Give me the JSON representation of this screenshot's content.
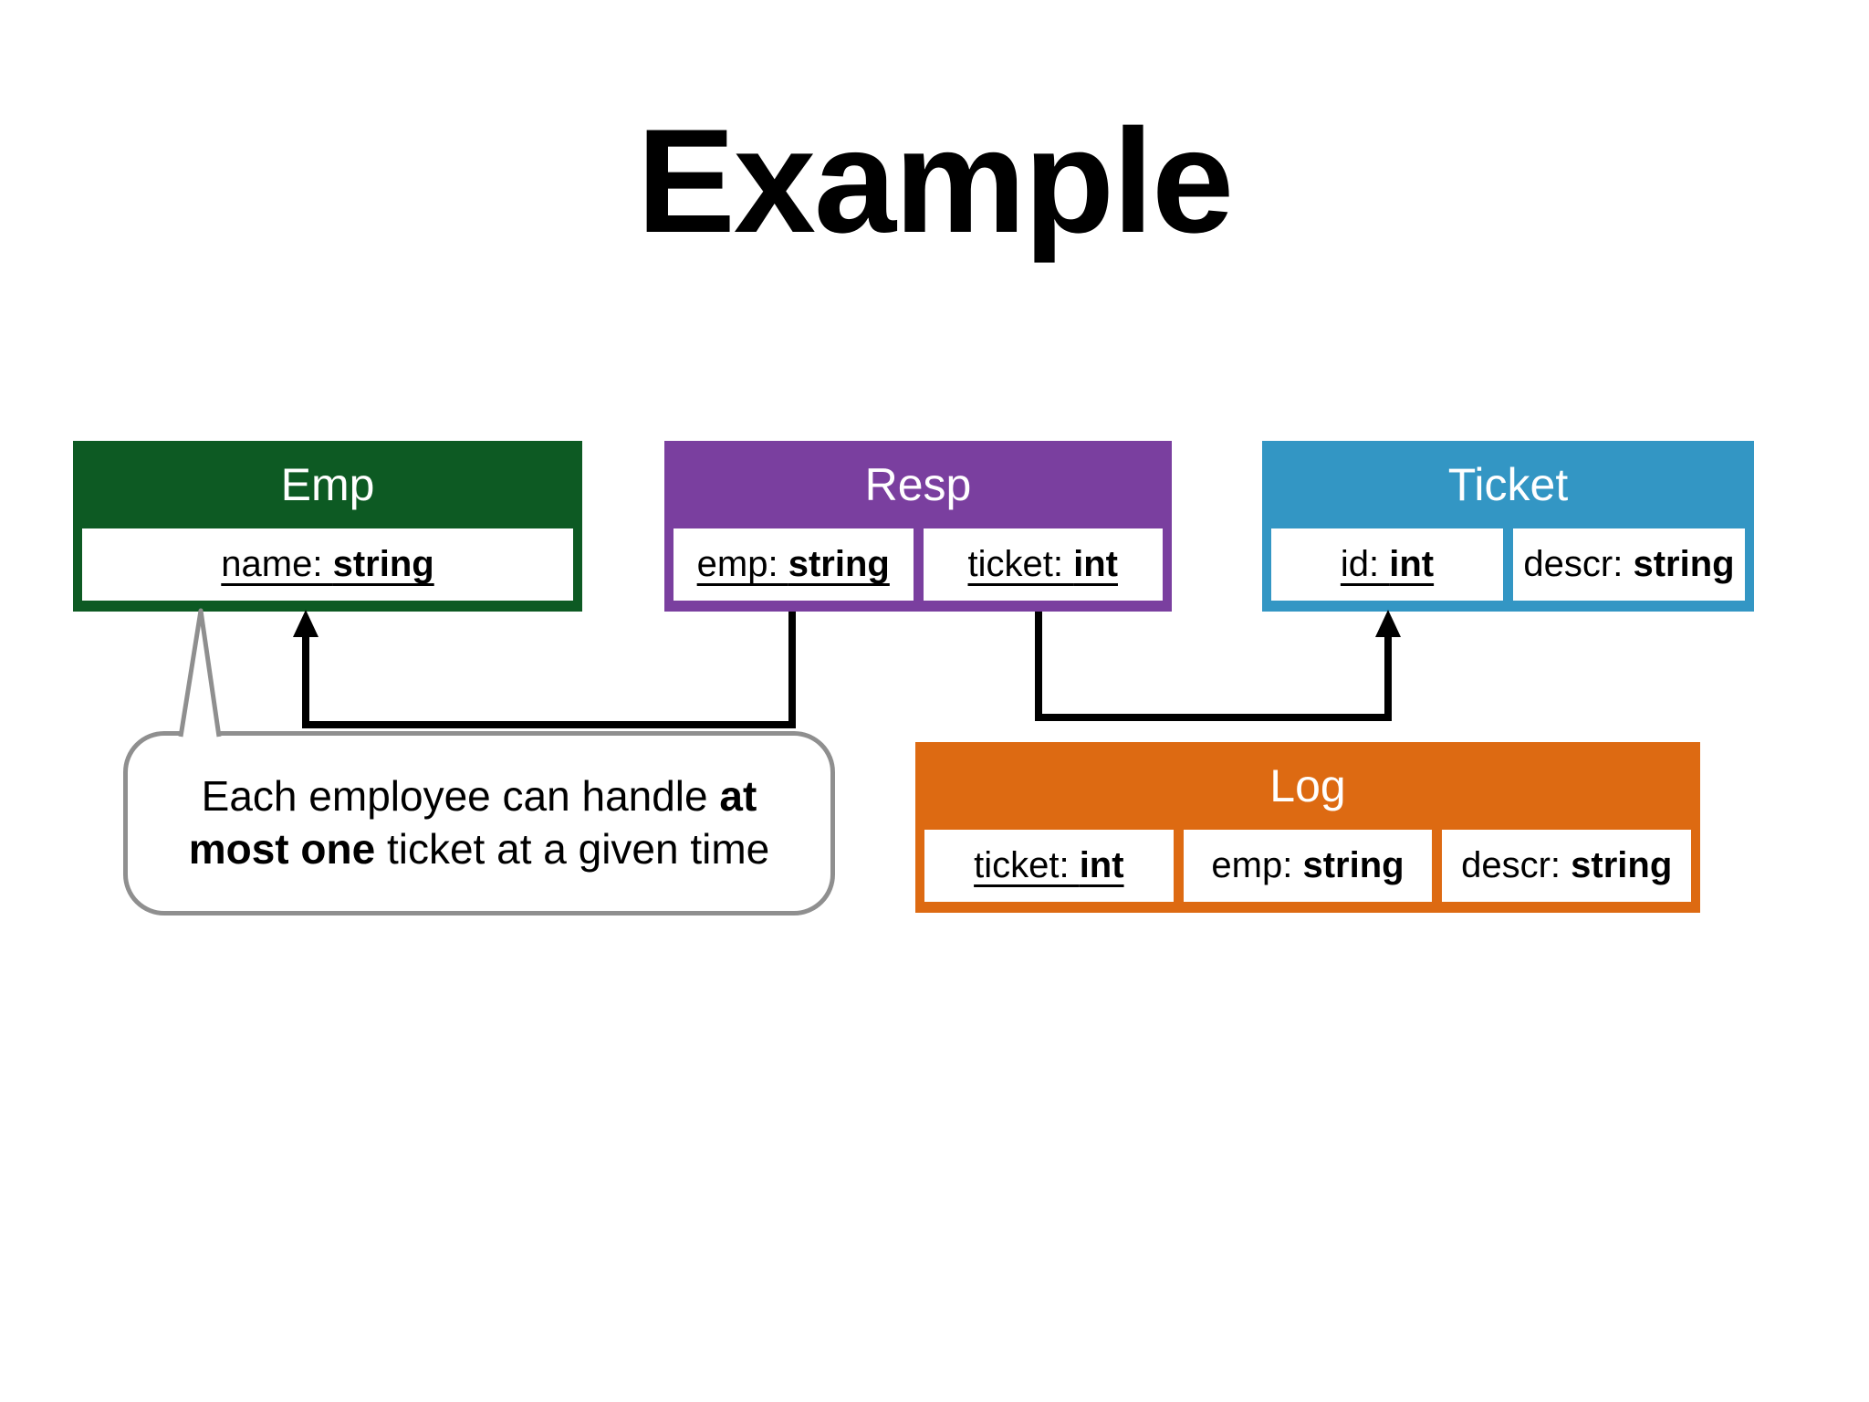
{
  "title": "Example",
  "colors": {
    "emp_green": "#0d5a23",
    "resp_purple": "#7a3f9f",
    "ticket_blue": "#3396c4",
    "log_orange": "#dd6a12",
    "connector_black": "#000000",
    "bubble_border_gray": "#8f8f8f"
  },
  "entities": [
    {
      "name": "Emp",
      "color": "#0d5a23",
      "fields": [
        {
          "label": "name: ",
          "type": "string",
          "key": true
        }
      ]
    },
    {
      "name": "Resp",
      "color": "#7a3f9f",
      "fields": [
        {
          "label": "emp: ",
          "type": "string",
          "key": true
        },
        {
          "label": "ticket: ",
          "type": "int",
          "key": true
        }
      ]
    },
    {
      "name": "Ticket",
      "color": "#3396c4",
      "fields": [
        {
          "label": "id: ",
          "type": "int",
          "key": true
        },
        {
          "label": "descr: ",
          "type": "string",
          "key": false
        }
      ]
    },
    {
      "name": "Log",
      "color": "#dd6a12",
      "fields": [
        {
          "label": "ticket: ",
          "type": "int",
          "key": true
        },
        {
          "label": "emp: ",
          "type": "string",
          "key": false
        },
        {
          "label": "descr: ",
          "type": "string",
          "key": false
        }
      ]
    }
  ],
  "connectors": [
    {
      "from": "Resp.emp",
      "to": "Emp"
    },
    {
      "from": "Resp.ticket",
      "to": "Ticket"
    }
  ],
  "callout": {
    "lines": [
      {
        "segments": [
          {
            "text": "Each employee can handle ",
            "bold": false
          },
          {
            "text": "at",
            "bold": true
          }
        ]
      },
      {
        "segments": [
          {
            "text": "most one",
            "bold": true
          },
          {
            "text": " ticket at a given time",
            "bold": false
          }
        ]
      }
    ]
  }
}
